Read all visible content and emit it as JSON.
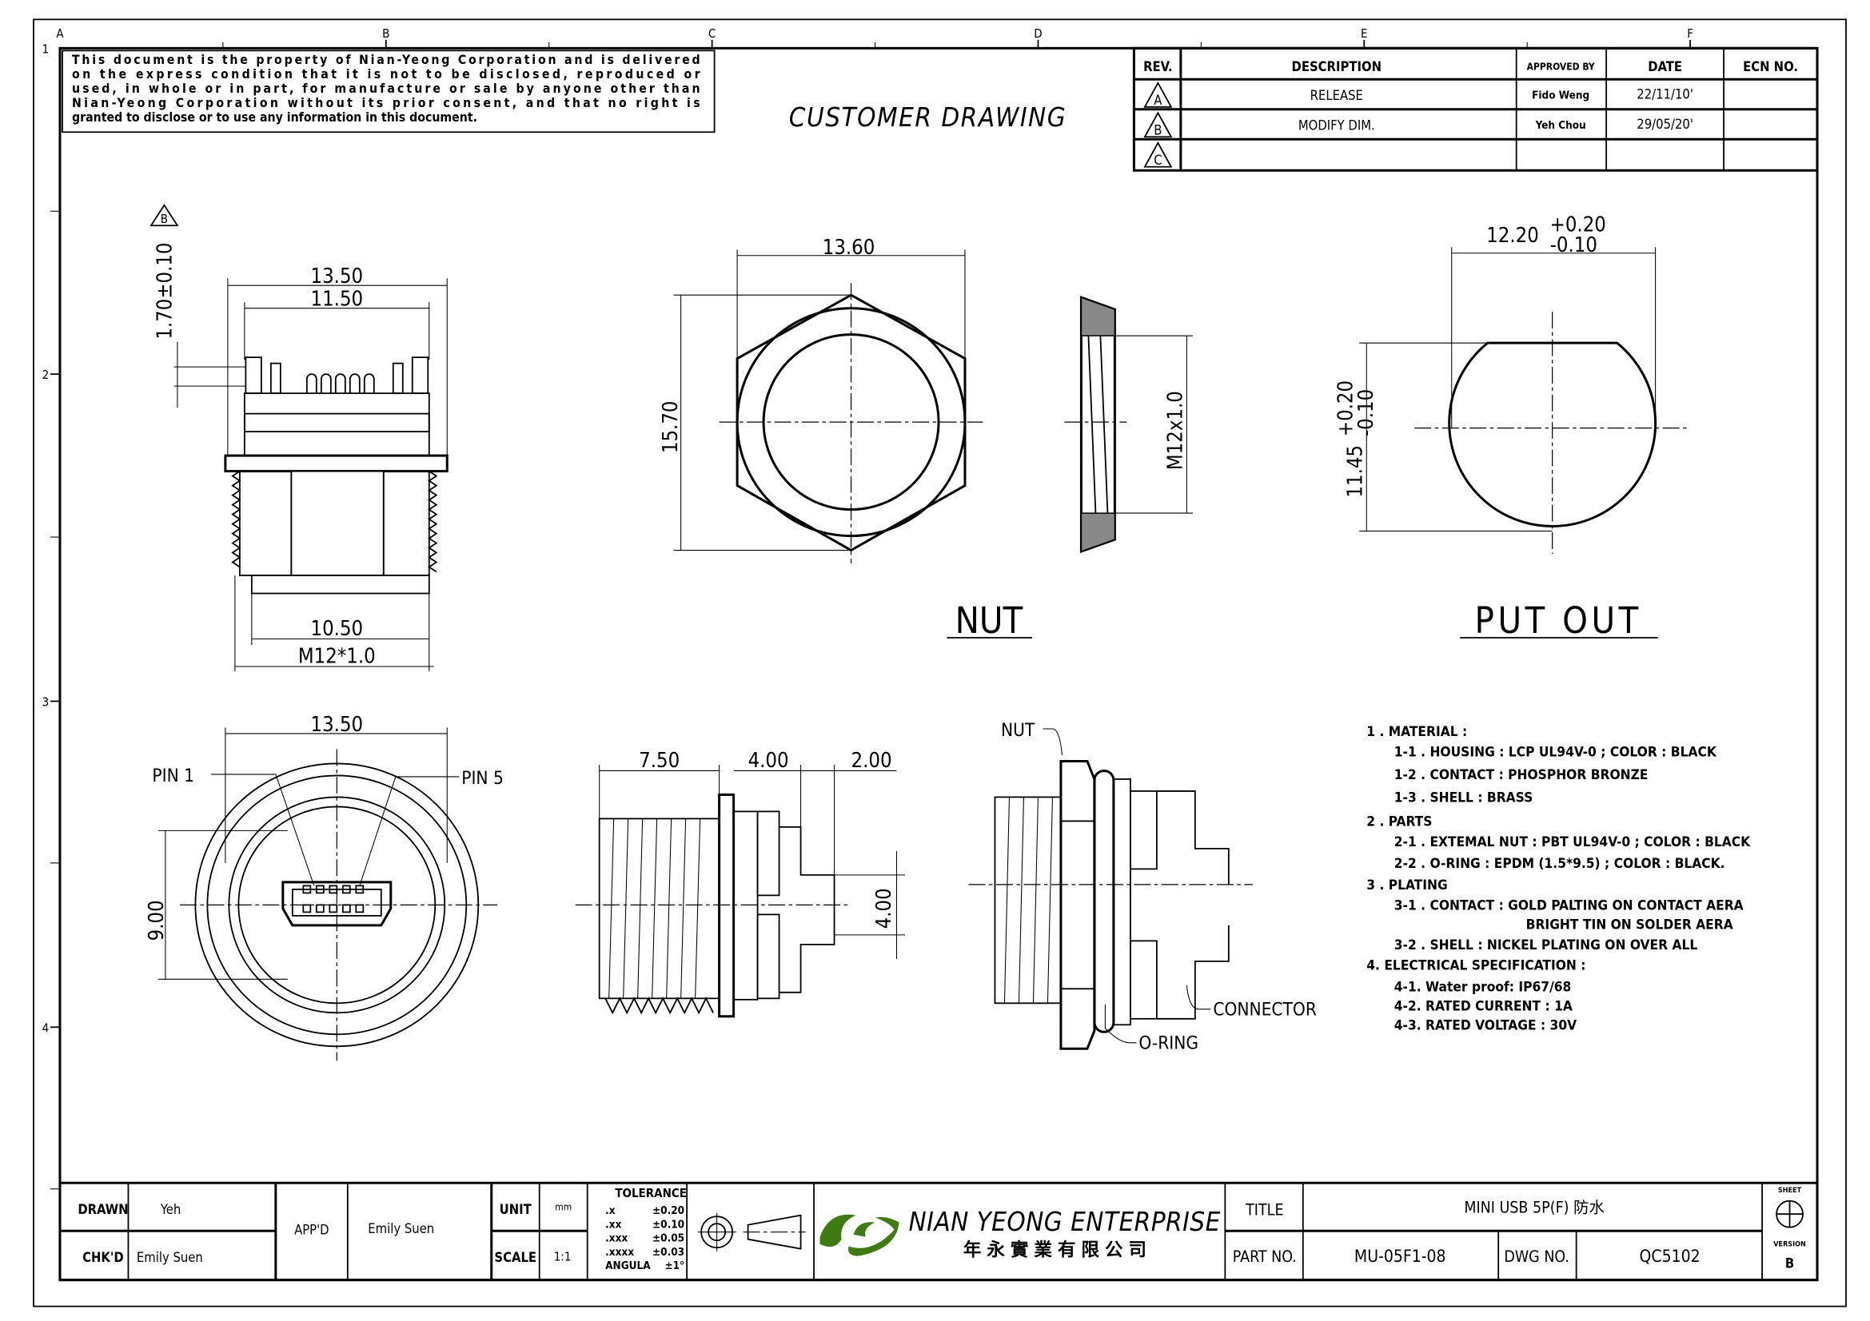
{
  "frame": {
    "columns": [
      "A",
      "B",
      "C",
      "D",
      "E",
      "F"
    ],
    "rows": [
      "1",
      "2",
      "3",
      "4"
    ]
  },
  "notice": [
    "This document is the property of Nian-Yeong Corporation and is delivered",
    "on  the  express condition that it is not to be disclosed, reproduced or",
    "used, in whole or in part, for manufacture or sale by anyone other than",
    "Nian-Yeong Corporation without  its prior consent, and that  no right  is",
    "granted to disclose or to use any information in this  document."
  ],
  "drawing_title": "CUSTOMER DRAWING",
  "revision_table": {
    "headers": [
      "REV.",
      "DESCRIPTION",
      "APPROVED BY",
      "DATE",
      "ECN NO."
    ],
    "rows": [
      {
        "rev": "A",
        "description": "RELEASE",
        "approved_by": "Fido Weng",
        "date": "22/11/10'",
        "ecn": ""
      },
      {
        "rev": "B",
        "description": "MODIFY DIM.",
        "approved_by": "Yeh Chou",
        "date": "29/05/20'",
        "ecn": ""
      },
      {
        "rev": "C",
        "description": "",
        "approved_by": "",
        "date": "",
        "ecn": ""
      }
    ]
  },
  "views": {
    "side": {
      "d1": "13.50",
      "d2": "11.50",
      "d3": "10.50",
      "d4": "M12*1.0",
      "d5": "1.70±0.10",
      "rev_mark": "B"
    },
    "nut": {
      "width": "13.60",
      "height": "15.70",
      "thread": "M12x1.0",
      "label": "NUT"
    },
    "put_out": {
      "width": "12.20",
      "width_tol_plus": "+0.20",
      "width_tol_minus": "-0.10",
      "height": "11.45",
      "height_tol_plus": "+0.20",
      "height_tol_minus": "-0.10",
      "label": "PUT OUT"
    },
    "front": {
      "width": "13.50",
      "height": "9.00",
      "pin1": "PIN 1",
      "pin5": "PIN 5"
    },
    "profile": {
      "d1": "7.50",
      "d2": "4.00",
      "d3": "2.00",
      "d4": "4.00"
    },
    "assembly": {
      "nut": "NUT",
      "connector": "CONNECTOR",
      "oring": "O-RING"
    }
  },
  "notes": [
    {
      "text": "1 . MATERIAL :",
      "indent": 0
    },
    {
      "text": "1-1 . HOUSING : LCP UL94V-0 ; COLOR : BLACK",
      "indent": 1
    },
    {
      "text": "1-2 . CONTACT : PHOSPHOR BRONZE",
      "indent": 1
    },
    {
      "text": "1-3 . SHELL : BRASS",
      "indent": 1
    },
    {
      "text": "2 . PARTS",
      "indent": 0
    },
    {
      "text": "2-1 . EXTEMAL NUT : PBT UL94V-0 ; COLOR : BLACK",
      "indent": 1
    },
    {
      "text": "2-2 . O-RING : EPDM (1.5*9.5) ; COLOR : BLACK.",
      "indent": 1
    },
    {
      "text": "3 . PLATING",
      "indent": 0
    },
    {
      "text": "3-1 . CONTACT : GOLD PALTING ON CONTACT AERA",
      "indent": 1
    },
    {
      "text": "BRIGHT TIN ON SOLDER AERA",
      "indent": 2
    },
    {
      "text": "3-2 . SHELL : NICKEL PLATING ON OVER ALL",
      "indent": 1
    },
    {
      "text": "4. ELECTRICAL SPECIFICATION :",
      "indent": 0
    },
    {
      "text": "4-1. Water proof: IP67/68",
      "indent": 1
    },
    {
      "text": "4-2. RATED CURRENT : 1A",
      "indent": 1
    },
    {
      "text": "4-3. RATED VOLTAGE : 30V",
      "indent": 1
    }
  ],
  "title_block": {
    "drawn_label": "DRAWN",
    "drawn": "Yeh",
    "checked_label": "CHK'D",
    "checked": "Emily Suen",
    "approved_label": "APP'D",
    "approved": "Emily Suen",
    "unit_label": "UNIT",
    "unit": "mm",
    "scale_label": "SCALE",
    "scale": "1:1",
    "tolerance_title": "TOLERANCE",
    "tolerances": [
      {
        "k": ".x",
        "v": "±0.20"
      },
      {
        "k": ".xx",
        "v": "±0.10"
      },
      {
        "k": ".xxx",
        "v": "±0.05"
      },
      {
        "k": ".xxxx",
        "v": "±0.03"
      },
      {
        "k": "ANGULA",
        "v": "±1°"
      }
    ],
    "company": "NIAN YEONG ENTERPRISE",
    "company_cn": "年 永 實 業 有 限 公 司",
    "title_label": "TITLE",
    "title": "MINI USB 5P(F) 防水",
    "part_label": "PART NO.",
    "part_no": "MU-05F1-08",
    "dwg_label": "DWG NO.",
    "dwg_no": "QC5102",
    "sheet_label": "SHEET",
    "version_label": "VERSION",
    "version": "B",
    "logo_color": "#3f7a12"
  }
}
